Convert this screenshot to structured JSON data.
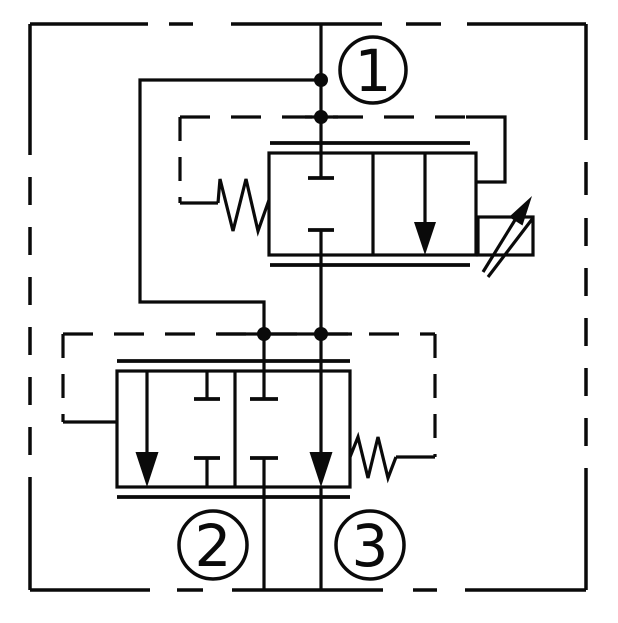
{
  "diagram": {
    "kind": "hydraulic-cartridge-valve-schematic",
    "background_color": "#ffffff",
    "line_color": "#0a0a0a",
    "ports": [
      {
        "id": 1,
        "label": "1"
      },
      {
        "id": 2,
        "label": "2"
      },
      {
        "id": 3,
        "label": "3"
      }
    ],
    "symbols": [
      "enclosure-dashed-boundary",
      "proportional-2-way-valve-section",
      "proportional-3-way-valve-section",
      "return-spring",
      "proportional-solenoid",
      "pilot-line",
      "flow-arrow",
      "blocked-port",
      "junction-dot",
      "port-circle-label"
    ]
  }
}
